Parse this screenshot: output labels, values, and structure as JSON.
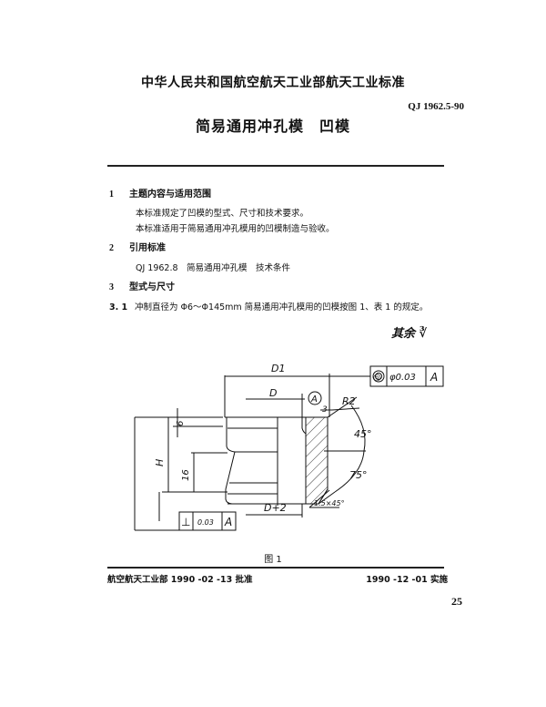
{
  "header": {
    "organization": "中华人民共和国航空航天工业部航天工业标准",
    "standard_number": "QJ 1962.5-90",
    "title": "简易通用冲孔模　凹模"
  },
  "sections": [
    {
      "number": "1",
      "heading": "主题内容与适用范围",
      "paragraphs": [
        "本标准规定了凹模的型式、尺寸和技术要求。",
        "本标准适用于简易通用冲孔模用的凹模制造与验收。"
      ]
    },
    {
      "number": "2",
      "heading": "引用标准",
      "paragraphs": [
        "QJ 1962.8　简易通用冲孔模　技术条件"
      ]
    },
    {
      "number": "3",
      "heading": "型式与尺寸",
      "paragraphs": []
    }
  ],
  "clause_3_1": {
    "number": "3. 1",
    "text": "冲制直径为 Φ6～Φ145mm 简易通用冲孔模用的凹模按图 1、表 1 的规定。"
  },
  "signature": "其余 ∛",
  "figure": {
    "caption": "图 1",
    "labels": {
      "D1": "D1",
      "D": "D",
      "datum": "A",
      "R2": "R2",
      "three": "3",
      "six": "6",
      "H": "H",
      "sixteen": "16",
      "D_plus_2": "D+2",
      "angle45": "45°",
      "angle75": "75°",
      "chamfer": "1.5×45°"
    },
    "coaxiality_frame": {
      "symbol": "◎",
      "tolerance": "φ0.03",
      "datum": "A"
    },
    "perpendicularity_frame": {
      "symbol": "⊥",
      "tolerance": "0.03",
      "datum": "A"
    }
  },
  "footer": {
    "issuer": "航空航天工业部 1990 -02 -13 批准",
    "effective": "1990 -12 -01 实施",
    "page_number": "25"
  }
}
